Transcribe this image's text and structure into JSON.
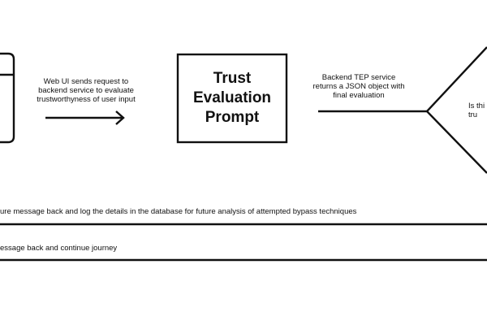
{
  "step1_text": "Web UI sends request to backend service to evaluate trustworthyness of user input",
  "box_title": "Trust Evaluation Prompt",
  "step2_text": "Backend TEP service returns a JSON object with final evaluation",
  "decision_text": "Is thi tru",
  "failure_text": "ure message back and log the details in the database for future analysis of attempted bypass techniques",
  "success_text": "essage back and continue journey",
  "colors": {
    "stroke": "#111111",
    "background": "#ffffff"
  }
}
